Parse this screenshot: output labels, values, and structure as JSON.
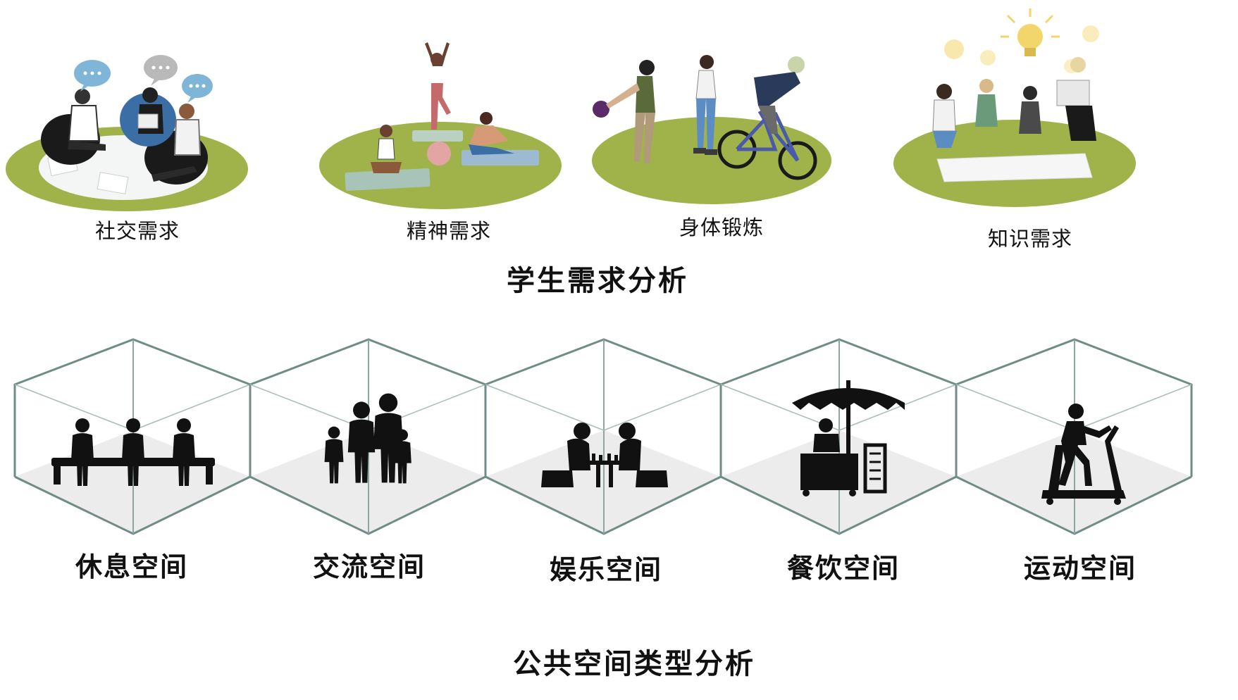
{
  "student_needs": {
    "title": "学生需求分析",
    "items": [
      {
        "label": "社交需求",
        "icon": "social-discussion-icon"
      },
      {
        "label": "精神需求",
        "icon": "yoga-meditation-icon"
      },
      {
        "label": "身体锻炼",
        "icon": "exercise-cycling-icon"
      },
      {
        "label": "知识需求",
        "icon": "knowledge-idea-icon"
      }
    ]
  },
  "public_spaces": {
    "title": "公共空间类型分析",
    "items": [
      {
        "label": "休息空间",
        "icon": "people-on-bench-icon"
      },
      {
        "label": "交流空间",
        "icon": "family-group-icon"
      },
      {
        "label": "娱乐空间",
        "icon": "chess-players-icon"
      },
      {
        "label": "餐饮空间",
        "icon": "food-stall-umbrella-icon"
      },
      {
        "label": "运动空间",
        "icon": "treadmill-runner-icon"
      }
    ]
  },
  "colors": {
    "grass": "#9fb34a",
    "grass_light": "#b4c468",
    "cube_line": "#6f8c87",
    "cube_floor": "#ececec",
    "silhouette": "#111111",
    "bulb": "#f3d66b",
    "bubble": "#7fb5d6"
  }
}
